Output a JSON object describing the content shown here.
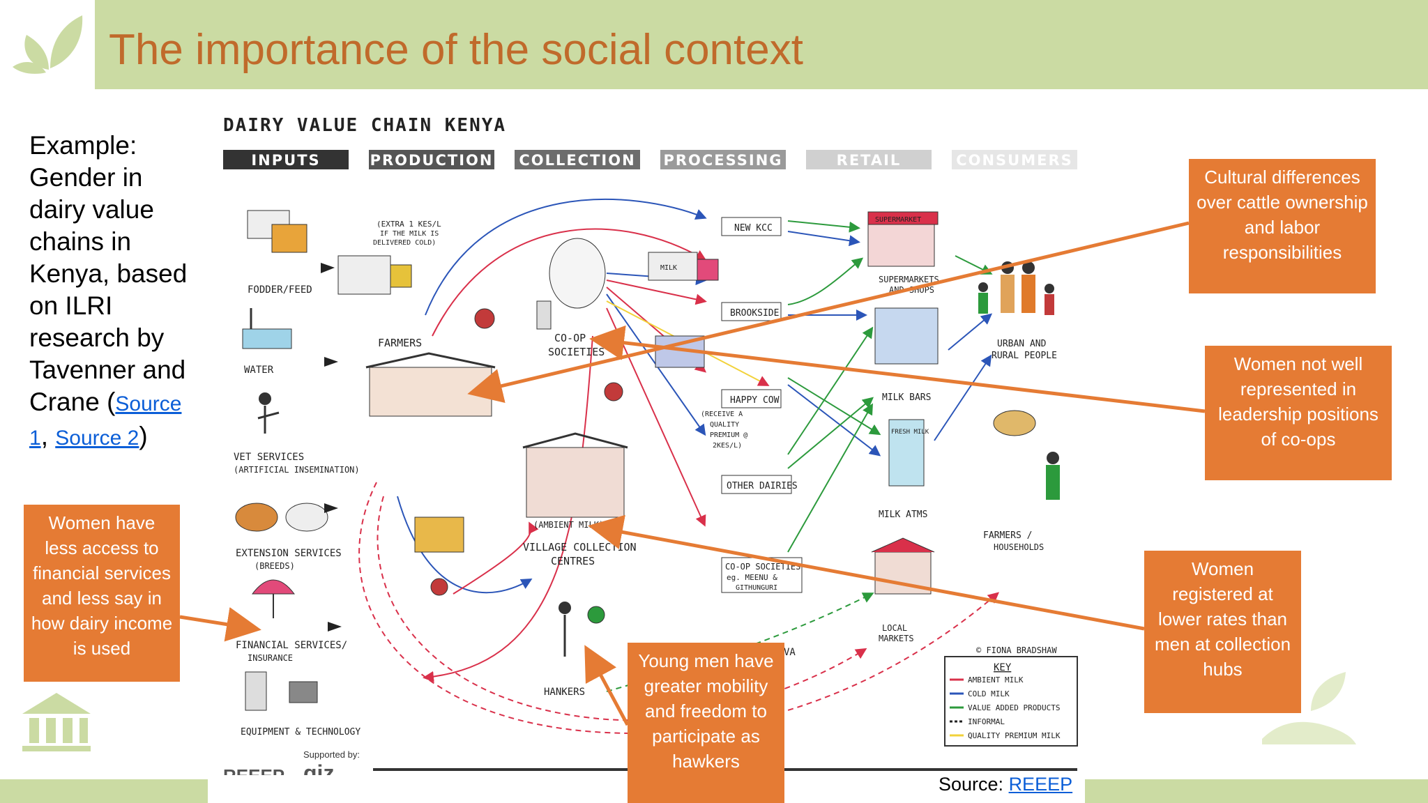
{
  "slide": {
    "title": "The importance of the social context",
    "intro_text": "Example: Gender in dairy value chains in Kenya, based on ILRI research by Tavenner and Crane",
    "intro_open_paren": "(",
    "intro_link1": "Source 1",
    "intro_comma": ", ",
    "intro_link2": "Source 2",
    "intro_close_paren": ")",
    "source_prefix": "Source: ",
    "source_link": "REEEP"
  },
  "callouts": {
    "cultural": "Cultural differences over cattle ownership and labor responsibilities",
    "leadership": "Women not well represented in leadership positions of co-ops",
    "financial": "Women have less access to financial services and less say in how dairy income is used",
    "hawkers": "Young men have greater mobility and freedom to participate as hawkers",
    "registered": "Women registered at lower rates than men at collection hubs"
  },
  "diagram": {
    "title": "DAIRY VALUE CHAIN KENYA",
    "stages": [
      "INPUTS",
      "PRODUCTION",
      "COLLECTION",
      "PROCESSING",
      "RETAIL",
      "CONSUMERS"
    ],
    "inputs": [
      "FODDER/FEED",
      "WATER",
      "VET SERVICES",
      "(ARTIFICIAL INSEMINATION)",
      "EXTENSION SERVICES",
      "(BREEDS)",
      "FINANCIAL SERVICES/",
      "INSURANCE",
      "EQUIPMENT & TECHNOLOGY"
    ],
    "production": {
      "farmers": "FARMERS",
      "extra_note": [
        "(EXTRA 1 KES/L",
        "IF THE MILK IS",
        "DELIVERED COLD)"
      ]
    },
    "collection": {
      "coop": [
        "CO-OP",
        "SOCIETIES"
      ],
      "ambient": "(AMBIENT MILK)",
      "village": [
        "VILLAGE COLLECTION",
        "CENTRES"
      ],
      "hankers": "HANKERS"
    },
    "processing": {
      "processors": [
        "NEW KCC",
        "BROOKSIDE",
        "HAPPY COW",
        "OTHER DAIRIES"
      ],
      "coop_box": [
        "CO-OP SOCIETIES",
        "eg. MEENU &",
        "GITHUNGURI"
      ],
      "premium_note": [
        "(RECEIVE A",
        "QUALITY",
        "PREMIUM @",
        "2KES/L)"
      ],
      "partial_sign": "VA",
      "truck_label": "MILK"
    },
    "retail": {
      "supermarket_sign": "SUPERMARKET",
      "supermarkets": [
        "SUPERMARKETS",
        "AND SHOPS"
      ],
      "milk_bars": "MILK BARS",
      "atm_sign": "FRESH MILK",
      "milk_atms": "MILK ATMS",
      "local_markets": [
        "LOCAL",
        "MARKETS"
      ]
    },
    "consumers": {
      "urban": [
        "URBAN AND",
        "RURAL PEOPLE"
      ],
      "households": [
        "FARMERS /",
        "HOUSEHOLDS"
      ]
    },
    "credit": "© FIONA BRADSHAW",
    "key": {
      "title": "KEY",
      "items": [
        {
          "label": "AMBIENT MILK",
          "color": "#d9304a",
          "dash": false
        },
        {
          "label": "COLD MILK",
          "color": "#2b55b8",
          "dash": false
        },
        {
          "label": "VALUE ADDED PRODUCTS",
          "color": "#2c9a3c",
          "dash": false
        },
        {
          "label": "INFORMAL",
          "color": "#222222",
          "dash": true
        },
        {
          "label": "QUALITY PREMIUM MILK",
          "color": "#f2d23a",
          "dash": false
        }
      ]
    },
    "supported_by": "Supported by:",
    "logo_reeep": "REEEP",
    "logo_giz": "giz"
  },
  "colors": {
    "accent_orange": "#e57b34",
    "header_green": "#cbdba3",
    "title_orange": "#c06a2b"
  }
}
